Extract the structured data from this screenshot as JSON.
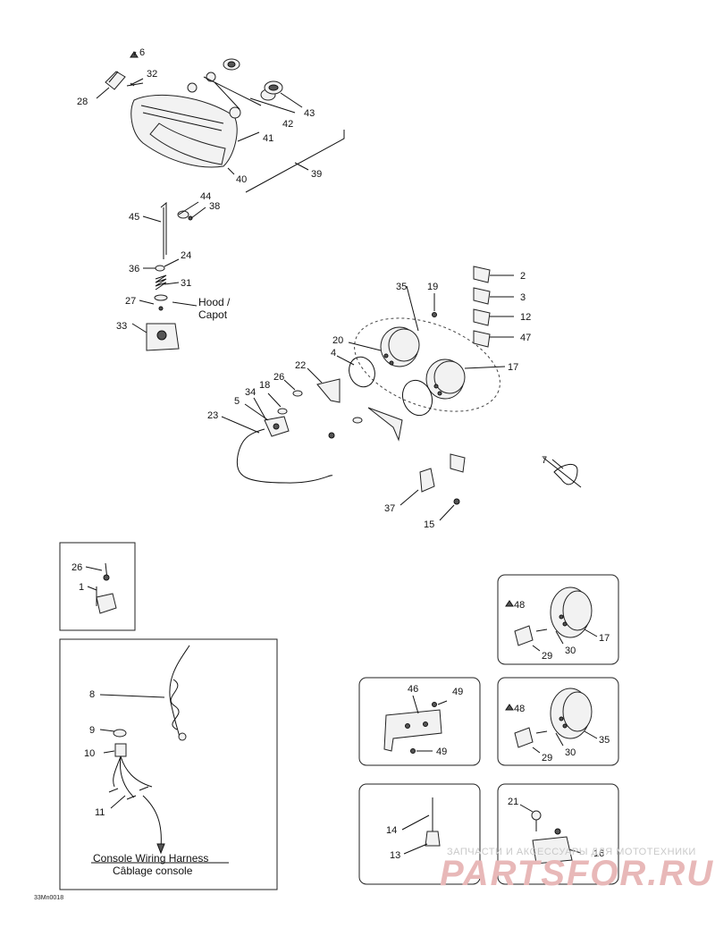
{
  "callouts": {
    "c1": "1",
    "c2": "2",
    "c3": "3",
    "c4": "4",
    "c5": "5",
    "c6": "6",
    "c7": "7",
    "c8": "8",
    "c9": "9",
    "c10": "10",
    "c11": "11",
    "c12": "12",
    "c13": "13",
    "c14": "14",
    "c15": "15",
    "c16": "16",
    "c17a": "17",
    "c17b": "17",
    "c18": "18",
    "c19": "19",
    "c20": "20",
    "c21": "21",
    "c22": "22",
    "c23": "23",
    "c24": "24",
    "c26a": "26",
    "c26b": "26",
    "c27": "27",
    "c28": "28",
    "c29a": "29",
    "c29b": "29",
    "c30a": "30",
    "c30b": "30",
    "c31": "31",
    "c32": "32",
    "c33": "33",
    "c34": "34",
    "c35a": "35",
    "c35b": "35",
    "c36": "36",
    "c37": "37",
    "c38": "38",
    "c39": "39",
    "c40": "40",
    "c41": "41",
    "c42": "42",
    "c43": "43",
    "c44": "44",
    "c45": "45",
    "c46": "46",
    "c47": "47",
    "c48a": "48",
    "c48b": "48",
    "c49a": "49",
    "c49b": "49"
  },
  "labels": {
    "hood_line1": "Hood /",
    "hood_line2": "Capot",
    "harness_line1": "Console Wiring Harness",
    "harness_line2": "Câblage console"
  },
  "figure_code": "33Mn0018",
  "watermark": {
    "tagline": "ЗАПЧАСТИ И АКСЕССУАРЫ ДЛЯ МОТОТЕХНИКИ",
    "brand": "PARTSFOR.RU"
  }
}
